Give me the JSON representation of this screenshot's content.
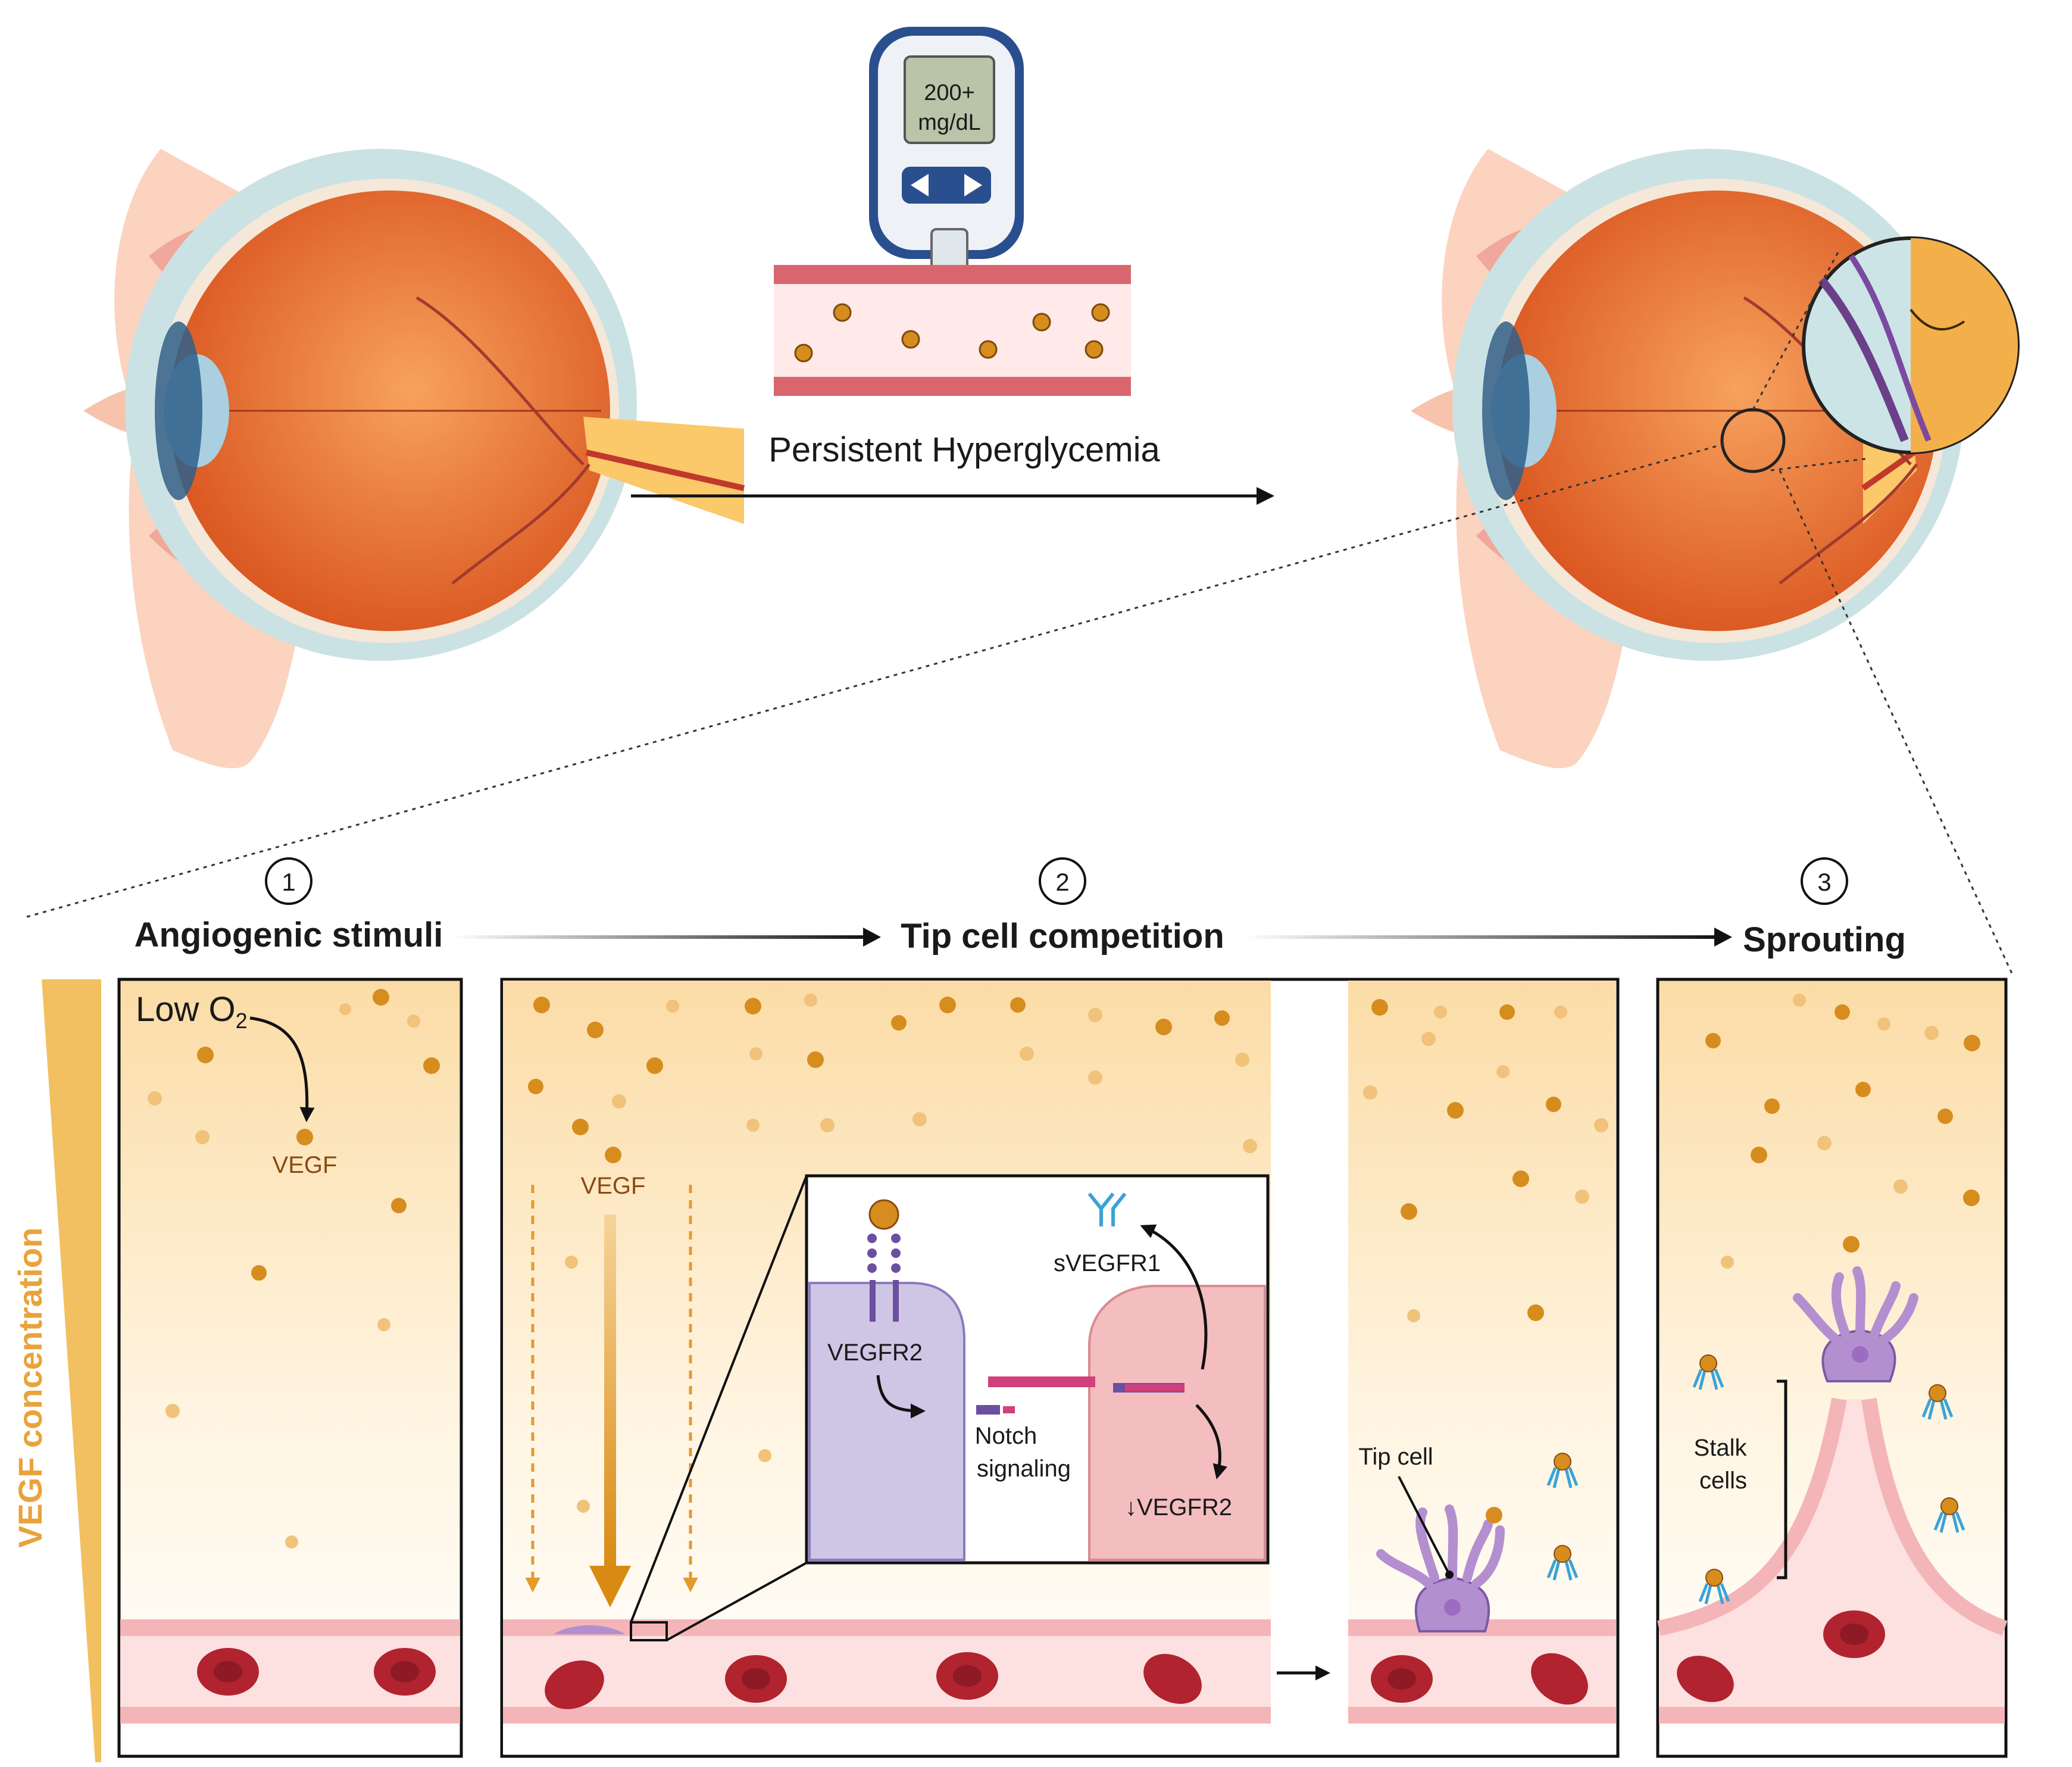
{
  "meter": {
    "line1": "200+",
    "line2": "mg/dL"
  },
  "top_caption": "Persistent Hyperglycemia",
  "steps": [
    {
      "number": "1",
      "title": "Angiogenic stimuli"
    },
    {
      "number": "2",
      "title": "Tip cell competition"
    },
    {
      "number": "3",
      "title": "Sprouting"
    }
  ],
  "y_axis_label": "VEGF concentration",
  "panel1": {
    "low_o2": "Low O",
    "low_o2_sub": "2",
    "vegf": "VEGF"
  },
  "panel2": {
    "vegf": "VEGF",
    "vegfr2": "VEGFR2",
    "svegfr1": "sVEGFR1",
    "notch1": "Notch",
    "notch2": "signaling",
    "down_vegfr2": "↓VEGFR2"
  },
  "panel3": {
    "tip_cell": "Tip cell"
  },
  "panel4": {
    "stalk1": "Stalk",
    "stalk2": "cells"
  },
  "colors": {
    "vegf": "#e09a2e",
    "vessel": "#f4b5b8",
    "rbc": "#b0232f",
    "tip_cell": "#b48fd0",
    "receptor": "#3aa3d6",
    "accent_text": "#8a4a12"
  }
}
